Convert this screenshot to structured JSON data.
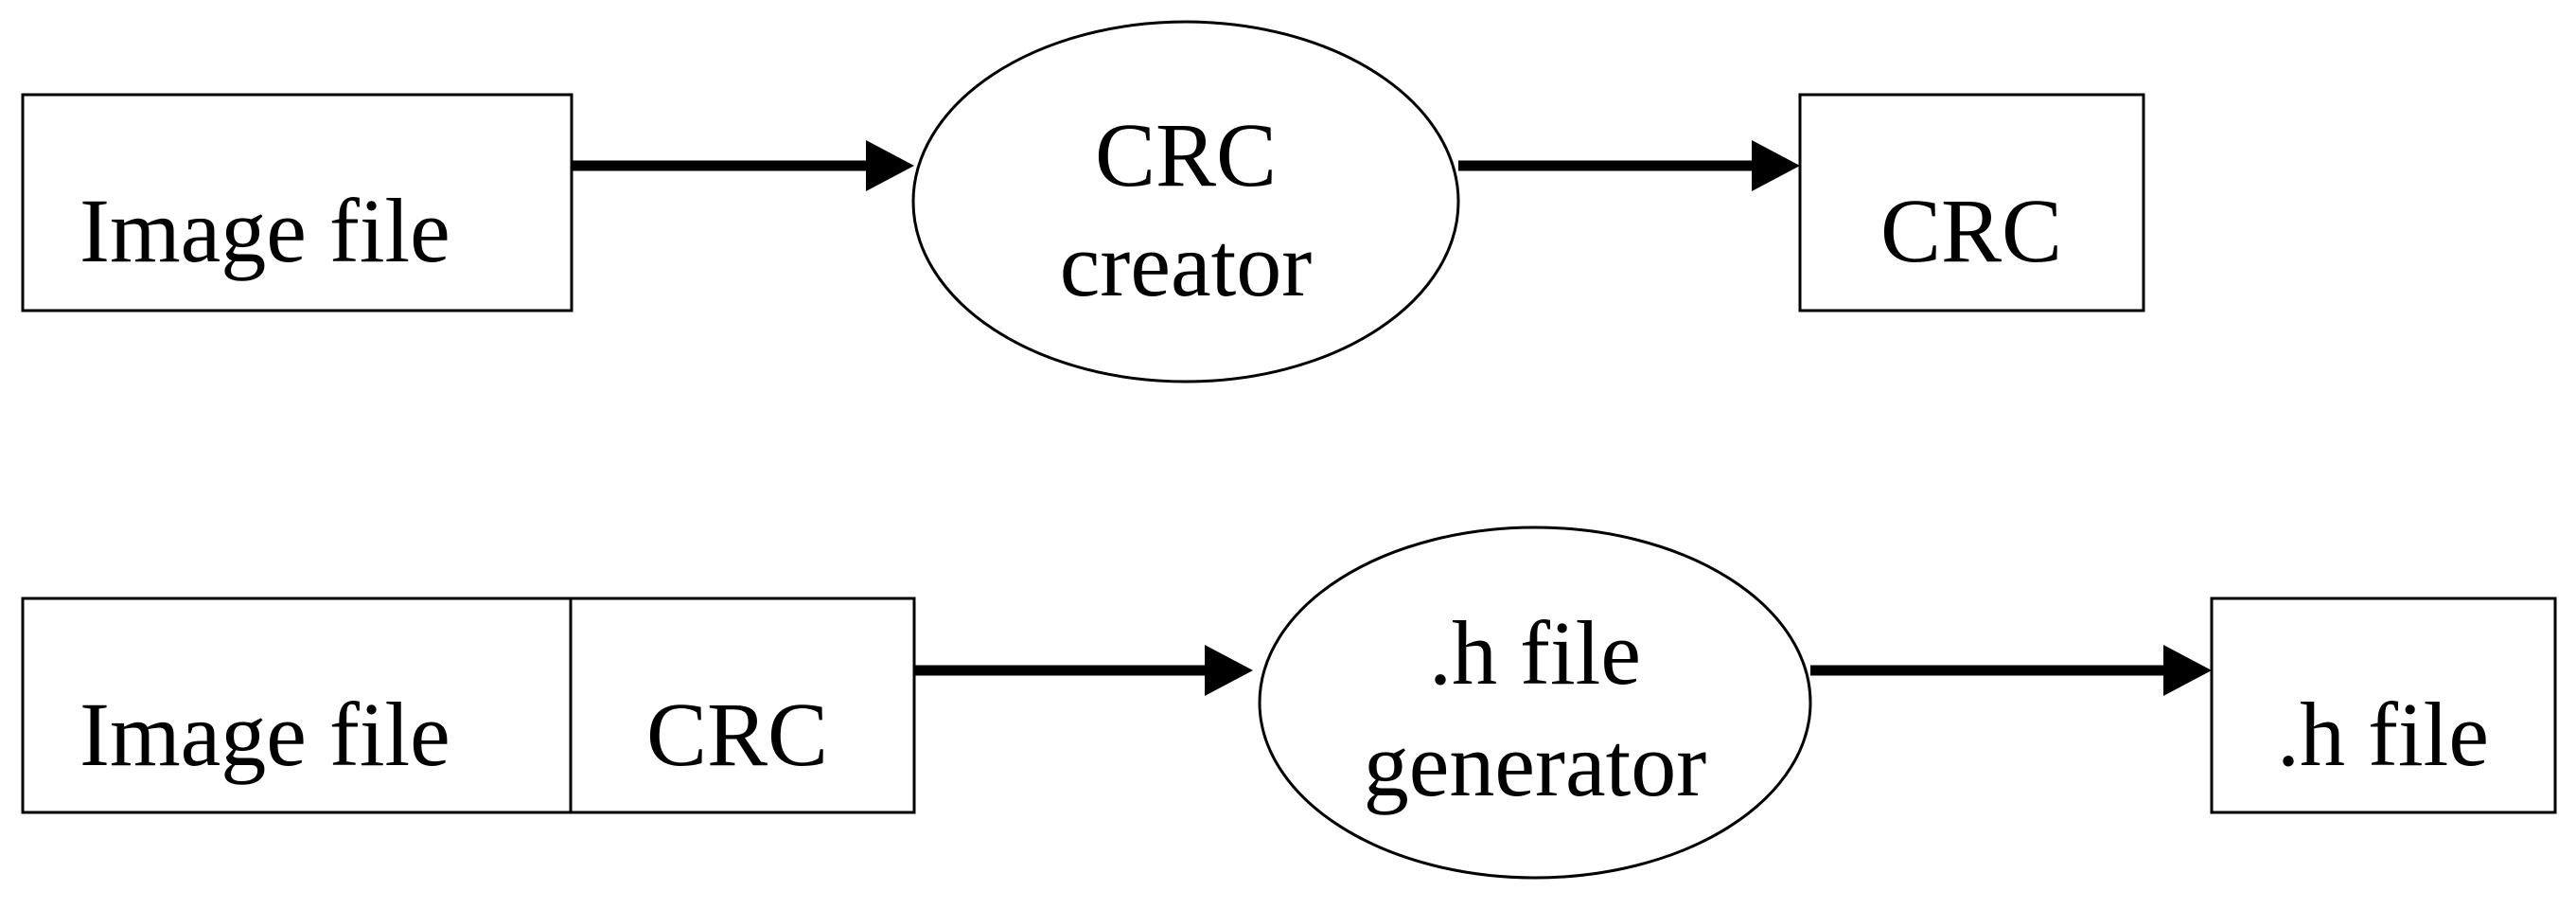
{
  "diagram": {
    "row1": {
      "input_box_label": "Image file",
      "process_line1": "CRC",
      "process_line2": "creator",
      "output_box_label": "CRC"
    },
    "row2": {
      "input_box_label_left": "Image file",
      "input_box_label_right": "CRC",
      "process_line1": ".h file",
      "process_line2": "generator",
      "output_box_label": ".h file"
    }
  },
  "colors": {
    "stroke": "#000000",
    "background": "#ffffff"
  }
}
